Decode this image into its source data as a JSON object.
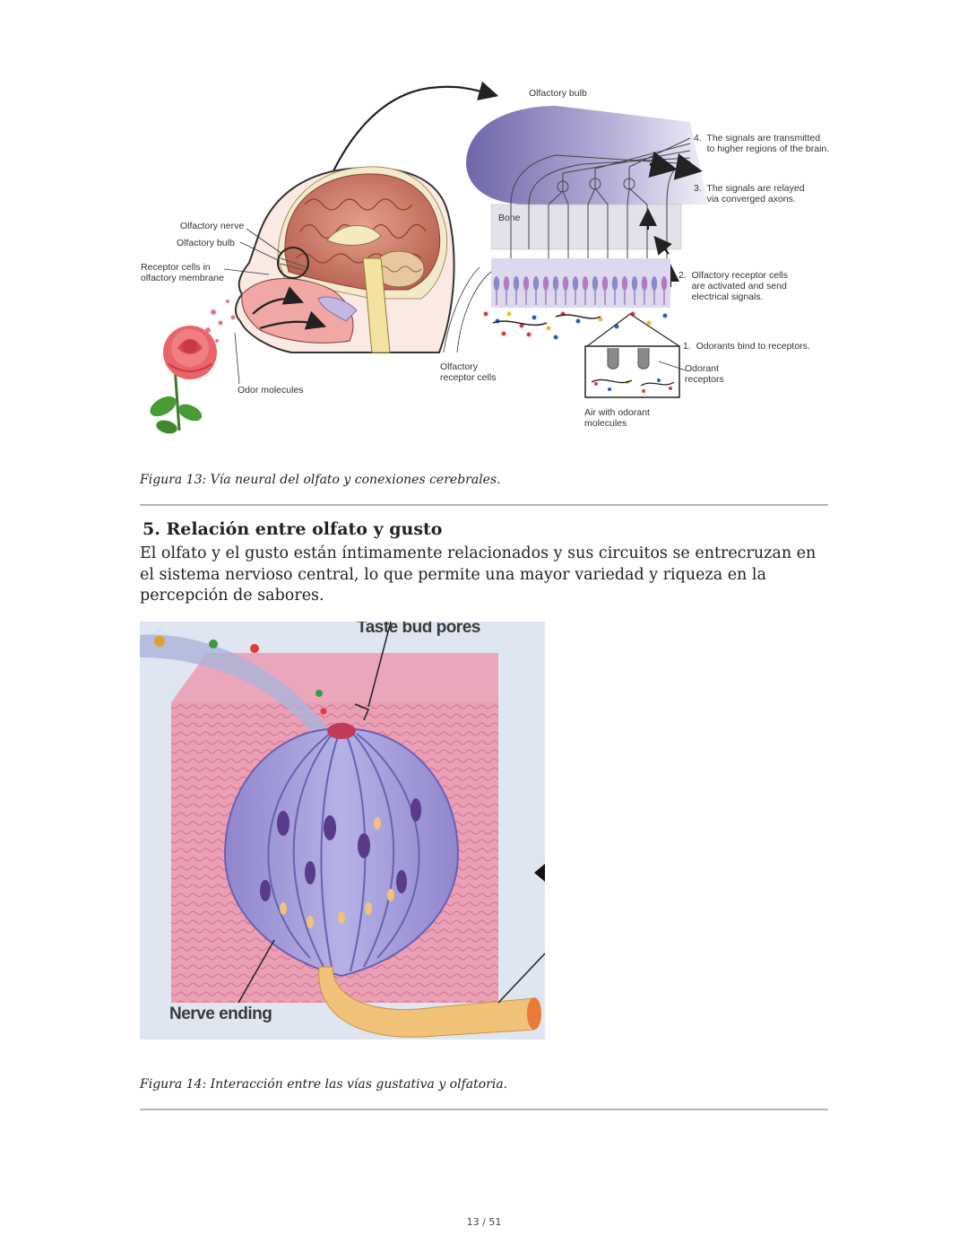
{
  "figure13": {
    "labels": {
      "olfactory_bulb_top": "Olfactory bulb",
      "step4": "4.  The signals are transmitted\n     to higher regions of the brain.",
      "step3": "3.  The signals are relayed\n     via converged axons.",
      "bone": "Bone",
      "step2": "2.  Olfactory receptor cells\n     are activated and send\n     electrical signals.",
      "step1": "1.  Odorants bind to receptors.",
      "odorant_receptors": "Odorant\nreceptors",
      "air_molecules": "Air with odorant\nmolecules",
      "olfactory_receptor_cells": "Olfactory\nreceptor cells",
      "olfactory_nerve": "Olfactory nerve",
      "olfactory_bulb_left": "Olfactory bulb",
      "receptor_cells_membrane": "Receptor cells in\nolfactory membrane",
      "odor_molecules": "Odor molecules"
    },
    "caption": "Figura 13: Vía neural del olfato y conexiones cerebrales."
  },
  "section": {
    "heading": "5. Relación entre olfato y gusto",
    "paragraph": "El olfato y el gusto están íntimamente relacionados y sus circuitos se entrecruzan en el sistema nervioso central, lo que permite una mayor variedad y riqueza en la percepción de sabores."
  },
  "figure14": {
    "labels": {
      "taste_bud_pores": "Taste bud pores",
      "nerve_ending": "Nerve ending"
    },
    "caption": "Figura 14: Interacción entre las vías gustativa y olfatoria."
  },
  "footer": {
    "page_number": "13 / 51"
  },
  "colors": {
    "bulb_purple": "#7b74b0",
    "brain_pink": "#d98a8a",
    "taste_pink": "#e8a0b4",
    "taste_purple": "#9a8fd0",
    "nerve_yellow": "#f0c27a"
  }
}
